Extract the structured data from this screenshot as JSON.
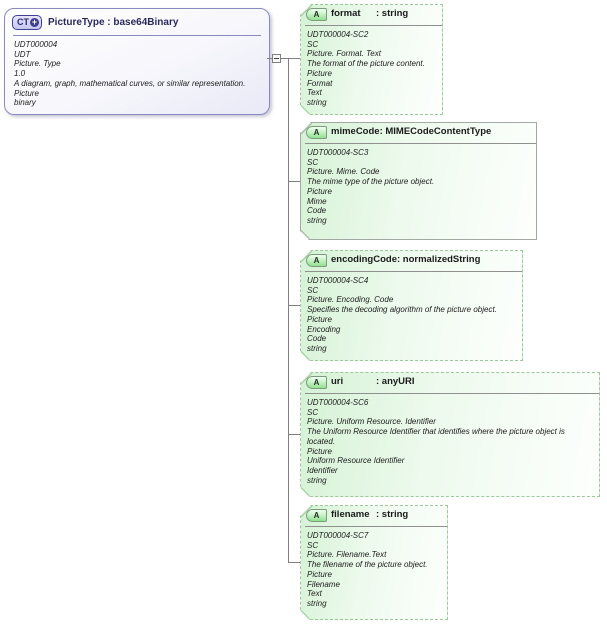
{
  "root": {
    "badge": "CT",
    "plus_symbol": "+",
    "title": "PictureType : base64Binary",
    "lines": [
      "UDT000004",
      "UDT",
      "Picture. Type",
      "1.0",
      "A diagram, graph, mathematical curves, or similar representation.",
      "Picture",
      "binary"
    ]
  },
  "attributes": [
    {
      "badge": "A",
      "name": "format",
      "type": "string",
      "type_label": ": string",
      "required": false,
      "lines": [
        "UDT000004-SC2",
        "SC",
        "Picture. Format. Text",
        "The format of the picture content.",
        "Picture",
        "Format",
        "Text",
        "string"
      ]
    },
    {
      "badge": "A",
      "name": "mimeCode",
      "type": "MIMECodeContentType",
      "type_label": ": MIMECodeContentType",
      "required": true,
      "lines": [
        "UDT000004-SC3",
        "SC",
        "Picture. Mime. Code",
        "The mime type of the picture object.",
        "Picture",
        "Mime",
        "Code",
        "string"
      ]
    },
    {
      "badge": "A",
      "name": "encodingCode",
      "type": "normalizedString",
      "type_label": ": normalizedString",
      "required": false,
      "lines": [
        "UDT000004-SC4",
        "SC",
        "Picture. Encoding. Code",
        "Specifies the decoding algorithm of the picture object.",
        "Picture",
        "Encoding",
        "Code",
        "string"
      ]
    },
    {
      "badge": "A",
      "name": "uri",
      "type": "anyURI",
      "type_label": ": anyURI",
      "required": false,
      "lines": [
        "UDT000004-SC6",
        "SC",
        "Picture. Uniform Resource. Identifier",
        "The Uniform Resource Identifier that identifies where the picture object is located.",
        "Picture",
        "Uniform Resource Identifier",
        "Identifier",
        "string"
      ]
    },
    {
      "badge": "A",
      "name": "filename",
      "type": "string",
      "type_label": ": string",
      "required": false,
      "lines": [
        "UDT000004-SC7",
        "SC",
        "Picture. Filename.Text",
        "The filename of the picture object.",
        "Picture",
        "Filename",
        "Text",
        "string"
      ]
    }
  ],
  "colors": {
    "attr_fill_green": "#d5f2d5",
    "attr_border_green": "#9fc79f",
    "root_fill_lavender": "#e9e9f7",
    "root_border_blue": "#8a8ac0",
    "required_border_gray": "#a2a8a2",
    "connector_line": "#808080",
    "badge_green": "#94e094",
    "badge_lavender": "#c6c6ee",
    "badge_border_navy": "#404099"
  },
  "icons": {
    "collapse_icon": "minus",
    "plus_icon": "plus"
  }
}
